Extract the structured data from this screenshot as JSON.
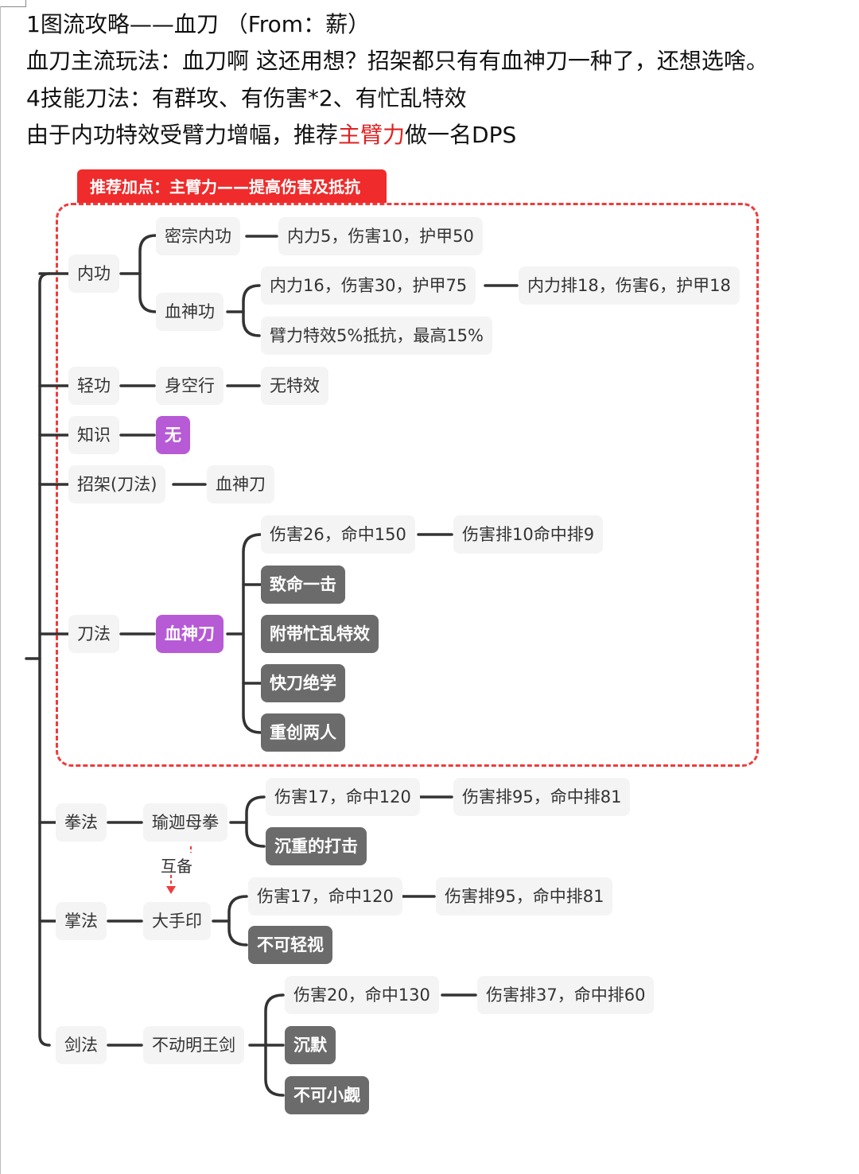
{
  "header": {
    "line1": "1图流攻略——血刀 （From：薪）",
    "line2": "血刀主流玩法：血刀啊 这还用想？招架都只有有血神刀一种了，还想选啥。",
    "line3": "4技能刀法：有群攻、有伤害*2、有忙乱特效",
    "line4_pre": "由于内功特效受臂力增幅，推荐",
    "line4_highlight": "主臂力",
    "line4_post": "做一名DPS"
  },
  "banner": "推荐加点：主臂力——提高伤害及抵抗",
  "nodes": {
    "neigong": "内功",
    "mizong": "密宗内功",
    "mizong_attr": "内力5，伤害10，护甲50",
    "xueshen_gong": "血神功",
    "xueshen_attr": "内力16，伤害30，护甲75",
    "xueshen_rank": "内力排18，伤害6，护甲18",
    "xueshen_effect": "臂力特效5%抵抗，最高15%",
    "qinggong": "轻功",
    "shenkong": "身空行",
    "shenkong_effect": "无特效",
    "zhishi": "知识",
    "zhishi_val": "无",
    "zhaojia": "招架(刀法)",
    "zhaojia_val": "血神刀",
    "daofa": "刀法",
    "daofa_skill": "血神刀",
    "daofa_attr": "伤害26，命中150",
    "daofa_rank": "伤害排10命中排9",
    "daofa_t1": "致命一击",
    "daofa_t2": "附带忙乱特效",
    "daofa_t3": "快刀绝学",
    "daofa_t4": "重创两人",
    "quanfa": "拳法",
    "quanfa_skill": "瑜迦母拳",
    "quanfa_attr": "伤害17，命中120",
    "quanfa_rank": "伤害排95，命中排81",
    "quanfa_t1": "沉重的打击",
    "hubei": "互备",
    "zhangfa": "掌法",
    "zhangfa_skill": "大手印",
    "zhangfa_attr": "伤害17，命中120",
    "zhangfa_rank": "伤害排95，命中排81",
    "zhangfa_t1": "不可轻视",
    "jianfa": "剑法",
    "jianfa_skill": "不动明王剑",
    "jianfa_attr": "伤害20，命中130",
    "jianfa_rank": "伤害排37，命中排60",
    "jianfa_t1": "沉默",
    "jianfa_t2": "不可小觑"
  },
  "colors": {
    "accent_red": "#ef2b2b",
    "purple": "#b75ad6",
    "dark_node": "#6b6b6b",
    "light_node": "#f4f4f4",
    "connector": "#333333"
  }
}
